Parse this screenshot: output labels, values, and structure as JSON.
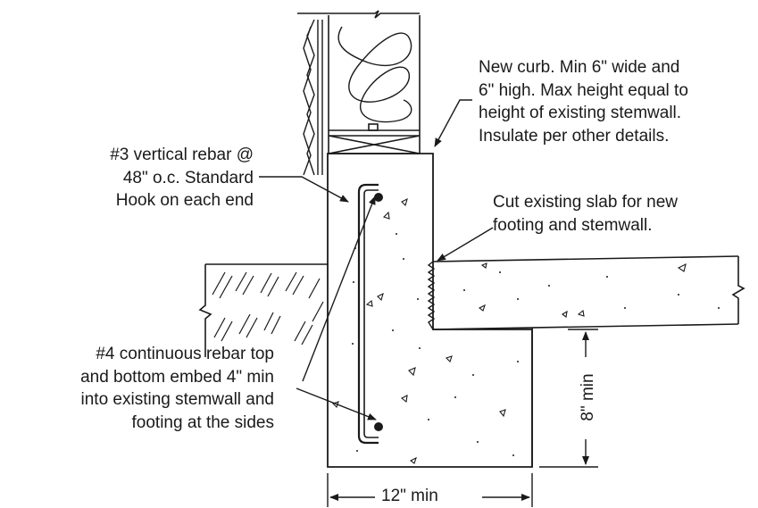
{
  "notes": {
    "new_curb": [
      "New curb. Min 6\" wide and",
      "6\" high. Max height equal to",
      "height of existing stemwall.",
      "Insulate per other details."
    ],
    "vertical_rebar": [
      "#3 vertical rebar @",
      "48\" o.c. Standard",
      "Hook on each end"
    ],
    "cut_slab": [
      "Cut existing slab for new",
      "footing and stemwall."
    ],
    "continuous_rebar": [
      "#4 continuous rebar top",
      "and bottom embed 4\" min",
      "into existing stemwall and",
      "footing at the sides"
    ]
  },
  "dimensions": {
    "footing_width": "12\" min",
    "footing_depth": "8\" min"
  },
  "colors": {
    "line": "#1a1a1a",
    "background": "#ffffff"
  }
}
